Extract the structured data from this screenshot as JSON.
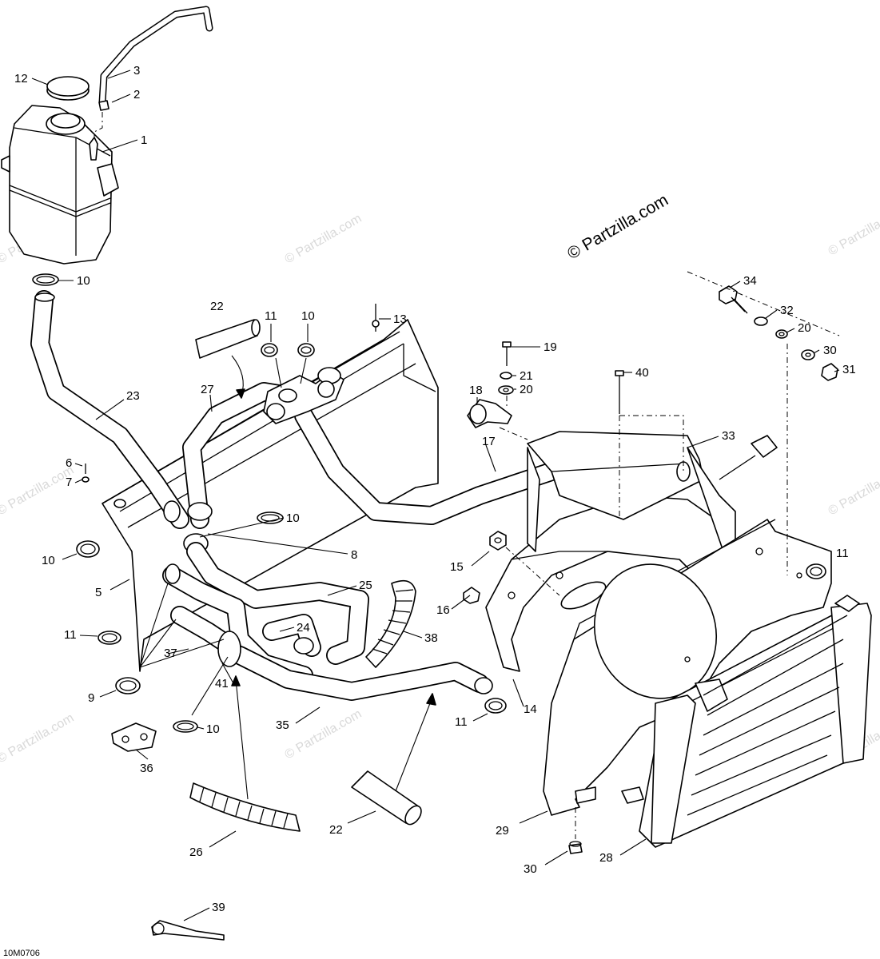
{
  "copyright": "© Partzilla.com",
  "watermark_text": "© Partzilla.com",
  "figure_code": "10M0706",
  "callouts": [
    {
      "id": "c12",
      "label": "12"
    },
    {
      "id": "c3",
      "label": "3"
    },
    {
      "id": "c2",
      "label": "2"
    },
    {
      "id": "c1",
      "label": "1"
    },
    {
      "id": "c10a",
      "label": "10"
    },
    {
      "id": "c22a",
      "label": "22"
    },
    {
      "id": "c11a",
      "label": "11"
    },
    {
      "id": "c10b",
      "label": "10"
    },
    {
      "id": "c13",
      "label": "13"
    },
    {
      "id": "c23",
      "label": "23"
    },
    {
      "id": "c27",
      "label": "27"
    },
    {
      "id": "c19",
      "label": "19"
    },
    {
      "id": "c18",
      "label": "18"
    },
    {
      "id": "c21",
      "label": "21"
    },
    {
      "id": "c20a",
      "label": "20"
    },
    {
      "id": "c40",
      "label": "40"
    },
    {
      "id": "c34",
      "label": "34"
    },
    {
      "id": "c32",
      "label": "32"
    },
    {
      "id": "c20b",
      "label": "20"
    },
    {
      "id": "c30a",
      "label": "30"
    },
    {
      "id": "c31",
      "label": "31"
    },
    {
      "id": "c33",
      "label": "33"
    },
    {
      "id": "c17",
      "label": "17"
    },
    {
      "id": "c6",
      "label": "6"
    },
    {
      "id": "c7",
      "label": "7"
    },
    {
      "id": "c10c",
      "label": "10"
    },
    {
      "id": "c10d",
      "label": "10"
    },
    {
      "id": "c8",
      "label": "8"
    },
    {
      "id": "c5",
      "label": "5"
    },
    {
      "id": "c25",
      "label": "25"
    },
    {
      "id": "c15",
      "label": "15"
    },
    {
      "id": "c11b",
      "label": "11"
    },
    {
      "id": "c11c",
      "label": "11"
    },
    {
      "id": "c16",
      "label": "16"
    },
    {
      "id": "c24",
      "label": "24"
    },
    {
      "id": "c37",
      "label": "37"
    },
    {
      "id": "c38",
      "label": "38"
    },
    {
      "id": "c9",
      "label": "9"
    },
    {
      "id": "c41",
      "label": "41"
    },
    {
      "id": "c14",
      "label": "14"
    },
    {
      "id": "c35",
      "label": "35"
    },
    {
      "id": "c11d",
      "label": "11"
    },
    {
      "id": "c10e",
      "label": "10"
    },
    {
      "id": "c36",
      "label": "36"
    },
    {
      "id": "c22b",
      "label": "22"
    },
    {
      "id": "c29",
      "label": "29"
    },
    {
      "id": "c26",
      "label": "26"
    },
    {
      "id": "c30b",
      "label": "30"
    },
    {
      "id": "c28",
      "label": "28"
    },
    {
      "id": "c39",
      "label": "39"
    }
  ]
}
